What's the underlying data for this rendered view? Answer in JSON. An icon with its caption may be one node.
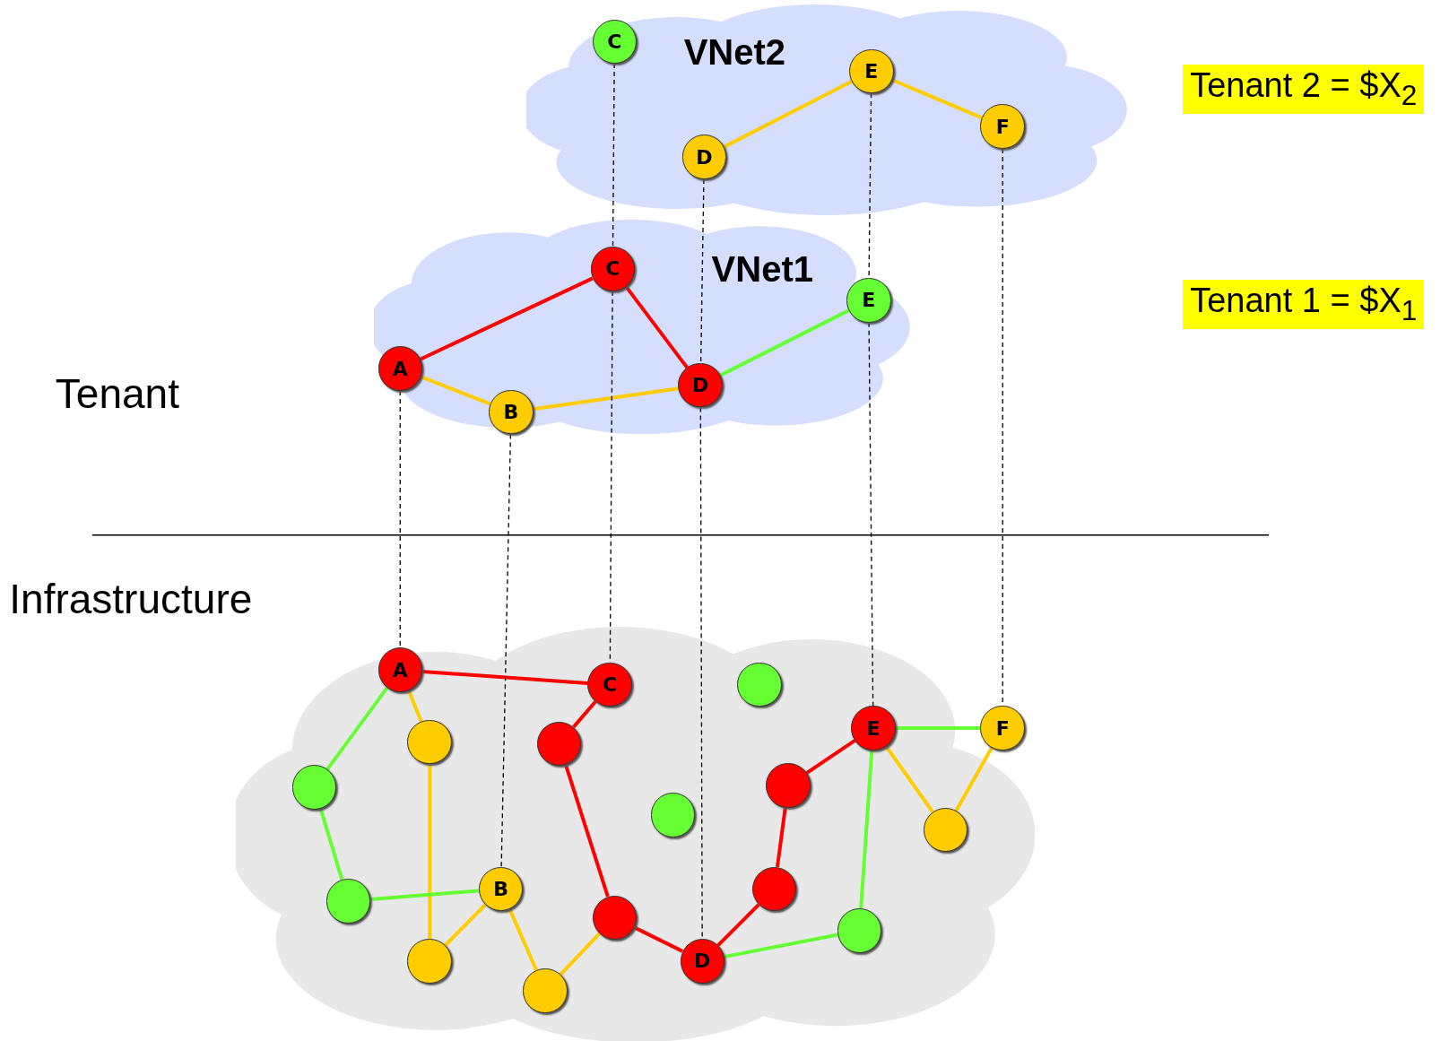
{
  "diagram": {
    "nodes": [
      {
        "text": [
          "VNet2"
        ]
      },
      {
        "text": [
          "C"
        ],
        "in": 0
      },
      {
        "text": [
          "E"
        ],
        "in": 0
      },
      {
        "text": [
          "D"
        ],
        "in": 0
      },
      {
        "text": [
          "F"
        ],
        "in": 0
      },
      {
        "text": [
          "VNet1"
        ]
      },
      {
        "text": [
          "C"
        ],
        "in": 5
      },
      {
        "text": [
          "E"
        ],
        "in": 5
      },
      {
        "text": [
          "A"
        ],
        "in": 5
      },
      {
        "text": [
          "D"
        ],
        "in": 5
      },
      {
        "text": [
          "B"
        ],
        "in": 5
      },
      {
        "text": [],
        "shape": "cloud"
      },
      {
        "text": [
          "A"
        ],
        "in": 11
      },
      {
        "text": [
          "C"
        ],
        "in": 11
      },
      {
        "text": [],
        "shape": "circle",
        "in": 11
      },
      {
        "text": [
          "E"
        ],
        "in": 11
      },
      {
        "text": [
          "F"
        ],
        "in": 11
      },
      {
        "text": [],
        "shape": "circle",
        "in": 11
      },
      {
        "text": [],
        "shape": "circle",
        "in": 11
      },
      {
        "text": [],
        "shape": "circle",
        "in": 11
      },
      {
        "text": [],
        "shape": "circle",
        "in": 11
      },
      {
        "text": [],
        "shape": "circle",
        "in": 11
      },
      {
        "text": [],
        "shape": "circle",
        "in": 11
      },
      {
        "text": [
          "B"
        ],
        "in": 11
      },
      {
        "text": [],
        "shape": "circle",
        "in": 11
      },
      {
        "text": [],
        "shape": "circle",
        "in": 11
      },
      {
        "text": [],
        "shape": "circle",
        "in": 11
      },
      {
        "text": [],
        "shape": "circle",
        "in": 11
      },
      {
        "text": [],
        "shape": "circle",
        "in": 11
      },
      {
        "text": [
          "D"
        ],
        "in": 11
      },
      {
        "text": [],
        "shape": "circle",
        "in": 11
      }
    ],
    "edges": [
      {
        "from": 3,
        "to": 2,
        "arrow": "none"
      },
      {
        "from": 2,
        "to": 4,
        "arrow": "none"
      },
      {
        "from": 8,
        "to": 6,
        "arrow": "none",
        "color": "#ff0000"
      },
      {
        "from": 6,
        "to": 9,
        "arrow": "none",
        "color": "#ff0000"
      },
      {
        "from": 8,
        "to": 10,
        "arrow": "none"
      },
      {
        "from": 10,
        "to": 9,
        "arrow": "none"
      },
      {
        "from": 9,
        "to": 7,
        "arrow": "none",
        "color": "#66ff33"
      },
      {
        "from": 12,
        "to": 13,
        "arrow": "none",
        "color": "#ff0000"
      },
      {
        "from": 12,
        "to": 19,
        "arrow": "none",
        "color": "#66ff33"
      },
      {
        "from": 12,
        "to": 17,
        "arrow": "none"
      },
      {
        "from": 13,
        "to": 18,
        "arrow": "none",
        "color": "#ff0000"
      },
      {
        "from": 18,
        "to": 27,
        "arrow": "none",
        "color": "#ff0000"
      },
      {
        "from": 27,
        "to": 29,
        "arrow": "none",
        "color": "#ff0000"
      },
      {
        "from": 29,
        "to": 25,
        "arrow": "none",
        "color": "#ff0000"
      },
      {
        "from": 25,
        "to": 20,
        "arrow": "none",
        "color": "#ff0000"
      },
      {
        "from": 20,
        "to": 15,
        "arrow": "none",
        "color": "#ff0000"
      },
      {
        "from": 15,
        "to": 16,
        "arrow": "none",
        "color": "#66ff33"
      },
      {
        "from": 15,
        "to": 22,
        "arrow": "none"
      },
      {
        "from": 22,
        "to": 16,
        "arrow": "none"
      },
      {
        "from": 15,
        "to": 26,
        "arrow": "none",
        "color": "#66ff33"
      },
      {
        "from": 26,
        "to": 29,
        "arrow": "none",
        "color": "#66ff33"
      },
      {
        "from": 17,
        "to": 28,
        "arrow": "none"
      },
      {
        "from": 28,
        "to": 23,
        "arrow": "none"
      },
      {
        "from": 23,
        "to": 30,
        "arrow": "none"
      },
      {
        "from": 30,
        "to": 27,
        "arrow": "none"
      },
      {
        "from": 19,
        "to": 24,
        "arrow": "none",
        "color": "#66ff33"
      },
      {
        "from": 24,
        "to": 23,
        "arrow": "none",
        "color": "#66ff33"
      },
      {
        "from": 1,
        "to": 6,
        "arrow": "none",
        "style": "dashed",
        "color": "#000000"
      },
      {
        "from": 6,
        "to": 13,
        "arrow": "none",
        "style": "dashed",
        "color": "#000000"
      },
      {
        "from": 3,
        "to": 9,
        "arrow": "none",
        "style": "dashed",
        "color": "#000000"
      },
      {
        "from": 9,
        "to": 29,
        "arrow": "none",
        "style": "dashed",
        "color": "#000000"
      },
      {
        "from": 2,
        "to": 7,
        "arrow": "none",
        "style": "dashed",
        "color": "#000000"
      },
      {
        "from": 7,
        "to": 15,
        "arrow": "none",
        "style": "dashed",
        "color": "#000000"
      },
      {
        "from": 4,
        "to": 16,
        "arrow": "none",
        "style": "dashed",
        "color": "#000000"
      },
      {
        "from": 8,
        "to": 12,
        "arrow": "none",
        "style": "dashed",
        "color": "#000000"
      },
      {
        "from": 10,
        "to": 23,
        "arrow": "none",
        "style": "dashed",
        "color": "#000000"
      }
    ],
    "labels": [
      "Tenant 2 = $X$_{2}$",
      "Tenant 1 = $X$_{1}$",
      "Tenant",
      "Infrastructure"
    ]
  }
}
